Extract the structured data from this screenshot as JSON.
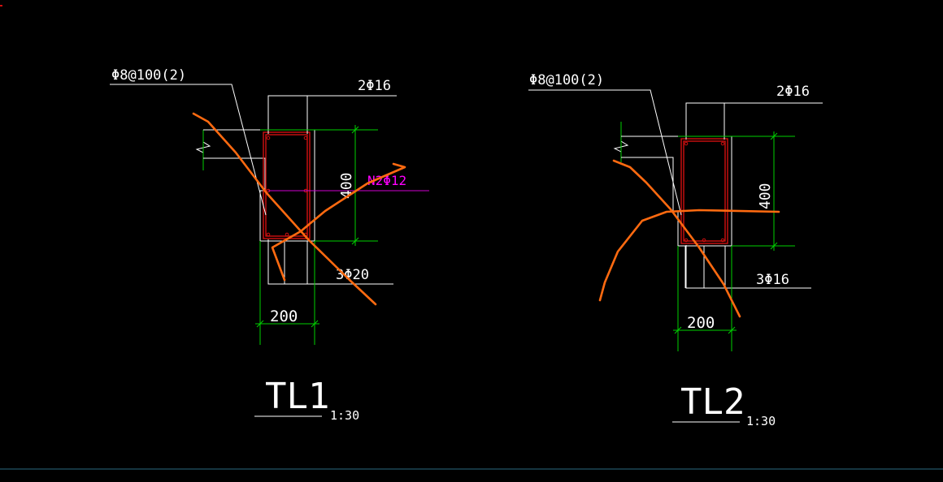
{
  "colors": {
    "background": "#000000",
    "outline": "#ffffff",
    "dimension": "#00d000",
    "rebar": "#d01010",
    "waist_bar": "#ff00ff",
    "markup": "#ff6a10",
    "status_line": "#2a6a80"
  },
  "sections": [
    {
      "title": "TL1",
      "scale": "1:30",
      "stirrup": "Φ8@100(2)",
      "top_bars": "2Φ16",
      "bottom_bars": "3Φ20",
      "waist_bars": "N2Φ12",
      "height": "400",
      "width": "200"
    },
    {
      "title": "TL2",
      "scale": "1:30",
      "stirrup": "Φ8@100(2)",
      "top_bars": "2Φ16",
      "bottom_bars": "3Φ16",
      "height": "400",
      "width": "200"
    }
  ]
}
